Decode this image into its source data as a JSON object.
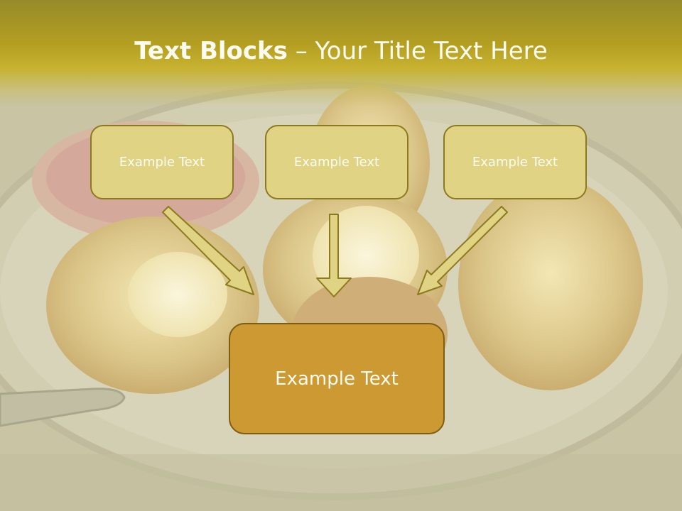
{
  "slide": {
    "title_bold": "Text Blocks",
    "title_separator": " – ",
    "title_rest": "Your Title Text Here"
  },
  "blocks": {
    "left": "Example Text",
    "center": "Example Text",
    "right": "Example Text",
    "bottom": "Example Text"
  },
  "colors": {
    "title_band": "#b59f22",
    "small_box_fill": "#e0d383",
    "small_box_border": "#8c7b1e",
    "bottom_box_fill": "#cc9933",
    "bottom_box_border": "#7e5f12",
    "arrow_fill": "#e0d383",
    "text": "#fbfbf0"
  },
  "icons": [
    "down-right-arrow",
    "down-arrow",
    "down-left-arrow"
  ]
}
